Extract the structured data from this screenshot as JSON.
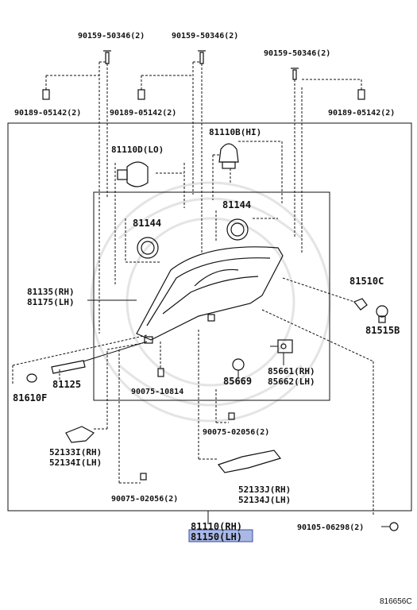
{
  "labels": {
    "p90159_a": "90159-50346(2)",
    "p90159_b": "90159-50346(2)",
    "p90159_c": "90159-50346(2)",
    "p90189_a": "90189-05142(2)",
    "p90189_b": "90189-05142(2)",
    "p90189_c": "90189-05142(2)",
    "p81110B": "81110B(HI)",
    "p81110D": "81110D(LO)",
    "p81144_a": "81144",
    "p81144_b": "81144",
    "p81135": "81135(RH)",
    "p81175": "81175(LH)",
    "p81510C": "81510C",
    "p81515B": "81515B",
    "p81125": "81125",
    "p81610F": "81610F",
    "p90075_10814": "90075-10814",
    "p85669": "85669",
    "p85661": "85661(RH)",
    "p85662": "85662(LH)",
    "p90075_02056_a": "90075-02056(2)",
    "p52133I": "52133I(RH)",
    "p52134I": "52134I(LH)",
    "p52133J": "52133J(RH)",
    "p52134J": "52134J(LH)",
    "p90075_02056_b": "90075-02056(2)",
    "p90105": "90105-06298(2)",
    "p81110": "81110(RH)",
    "p81150": "81150(LH)",
    "diagram_code": "816656C"
  },
  "highlight_color": "#aab8e6"
}
